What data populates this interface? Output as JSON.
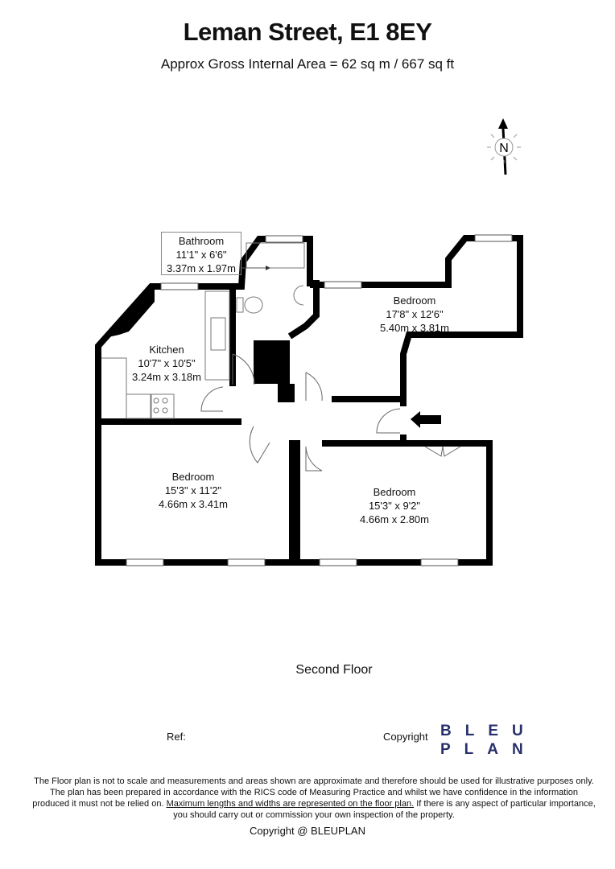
{
  "header": {
    "title": "Leman Street, E1 8EY",
    "subtitle": "Approx Gross Internal Area = 62 sq m / 667 sq ft"
  },
  "compass": {
    "letter": "N",
    "icon": "north-arrow-icon"
  },
  "rooms": [
    {
      "name": "Bathroom",
      "imperial": "11'1\" x 6'6\"",
      "metric": "3.37m x 1.97m"
    },
    {
      "name": "Bedroom",
      "imperial": "17'8\" x 12'6\"",
      "metric": "5.40m x 3.81m"
    },
    {
      "name": "Kitchen",
      "imperial": "10'7\" x 10'5\"",
      "metric": "3.24m x 3.18m"
    },
    {
      "name": "Bedroom",
      "imperial": "15'3\" x 11'2\"",
      "metric": "4.66m x 3.41m"
    },
    {
      "name": "Bedroom",
      "imperial": "15'3\" x 9'2\"",
      "metric": "4.66m x 2.80m"
    }
  ],
  "floor_label": "Second Floor",
  "ref_label": "Ref:",
  "copyright_label": "Copyright",
  "logo": {
    "line1": "BLEU",
    "line2": "PLAN",
    "color": "#27306b"
  },
  "disclaimer": {
    "part1": "The Floor plan is not to scale and measurements and areas shown are approximate and therefore should be used for illustrative purposes only. The plan has been prepared in accordance with the RICS code of Measuring Practice and whilst we have confidence in the information produced it must not be relied on. ",
    "underlined": "Maximum lengths and widths are represented on the floor plan.",
    "part2": " If there is any aspect of particular importance, you should carry out or commission your own inspection of the property."
  },
  "footer_copyright": "Copyright @ BLEUPLAN"
}
